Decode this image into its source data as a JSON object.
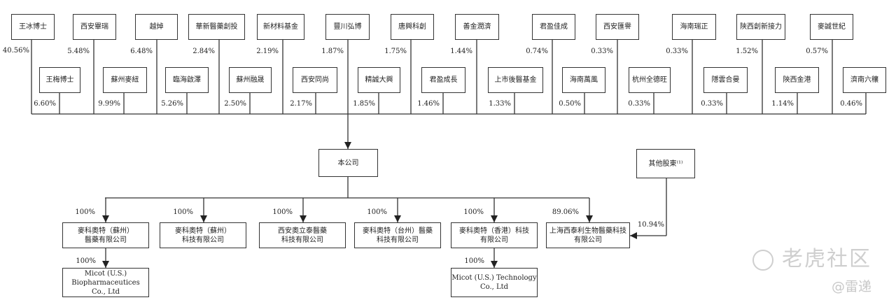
{
  "shareholders_top": [
    {
      "name": "王冰博士",
      "pct": "40.56%"
    },
    {
      "name": "西安畢瑞",
      "pct": "5.48%"
    },
    {
      "name": "越焯",
      "pct": "6.48%"
    },
    {
      "name": "華新醫藥創投",
      "pct": "2.84%"
    },
    {
      "name": "新材料基金",
      "pct": "2.19%"
    },
    {
      "name": "豐川弘博",
      "pct": "1.87%"
    },
    {
      "name": "唐興科創",
      "pct": "1.75%"
    },
    {
      "name": "善金潤濟",
      "pct": "1.44%"
    },
    {
      "name": "君盈佳成",
      "pct": "0.74%"
    },
    {
      "name": "西安匯譽",
      "pct": "0.33%"
    },
    {
      "name": "海南瑞正",
      "pct": "0.33%"
    },
    {
      "name": "陝西創新接力",
      "pct": "1.52%"
    },
    {
      "name": "麥誠世紀",
      "pct": "0.57%"
    }
  ],
  "shareholders_bottom": [
    {
      "name": "王梅博士",
      "pct": "6.60%"
    },
    {
      "name": "蘇州麥紐",
      "pct": "9.99%"
    },
    {
      "name": "臨海啟澤",
      "pct": "5.26%"
    },
    {
      "name": "蘇州融晟",
      "pct": "2.50%"
    },
    {
      "name": "西安同尚",
      "pct": "2.17%"
    },
    {
      "name": "精誠大興",
      "pct": "1.85%"
    },
    {
      "name": "君盈成長",
      "pct": "1.46%"
    },
    {
      "name": "上市後醫基金",
      "pct": "1.33%"
    },
    {
      "name": "海南萬風",
      "pct": "0.50%"
    },
    {
      "name": "杭州全德旺",
      "pct": "0.33%"
    },
    {
      "name": "隱雲合曼",
      "pct": "0.33%"
    },
    {
      "name": "陝西金港",
      "pct": "1.14%"
    },
    {
      "name": "濟南六穰",
      "pct": "0.46%"
    }
  ],
  "company": {
    "name": "本公司"
  },
  "other_shareholders": {
    "name": "其他股東⁽¹⁾",
    "pct": "10.94%"
  },
  "subsidiaries": [
    {
      "name": "麥科奧特（蘇州）\n醫藥有限公司",
      "pct": "100%"
    },
    {
      "name": "麥科奧特（蘇州）\n科技有限公司",
      "pct": "100%"
    },
    {
      "name": "西安奧立泰醫藥\n科技有限公司",
      "pct": "100%"
    },
    {
      "name": "麥科奧特（台州）醫藥\n科技有限公司",
      "pct": "100%"
    },
    {
      "name": "麥科奧特（香港）科技\n有限公司",
      "pct": "100%"
    },
    {
      "name": "上海西泰利生物醫藥科技\n有限公司",
      "pct": "89.06%"
    }
  ],
  "sub_subsidiaries": [
    {
      "name": "Micot (U.S.)\nBiopharmaceutices\nCo., Ltd",
      "pct": "100%"
    },
    {
      "name": "Micot (U.S.) Technology\nCo., Ltd",
      "pct": "100%"
    }
  ],
  "watermark": {
    "brand": "老虎社区",
    "author": "@雷递"
  }
}
